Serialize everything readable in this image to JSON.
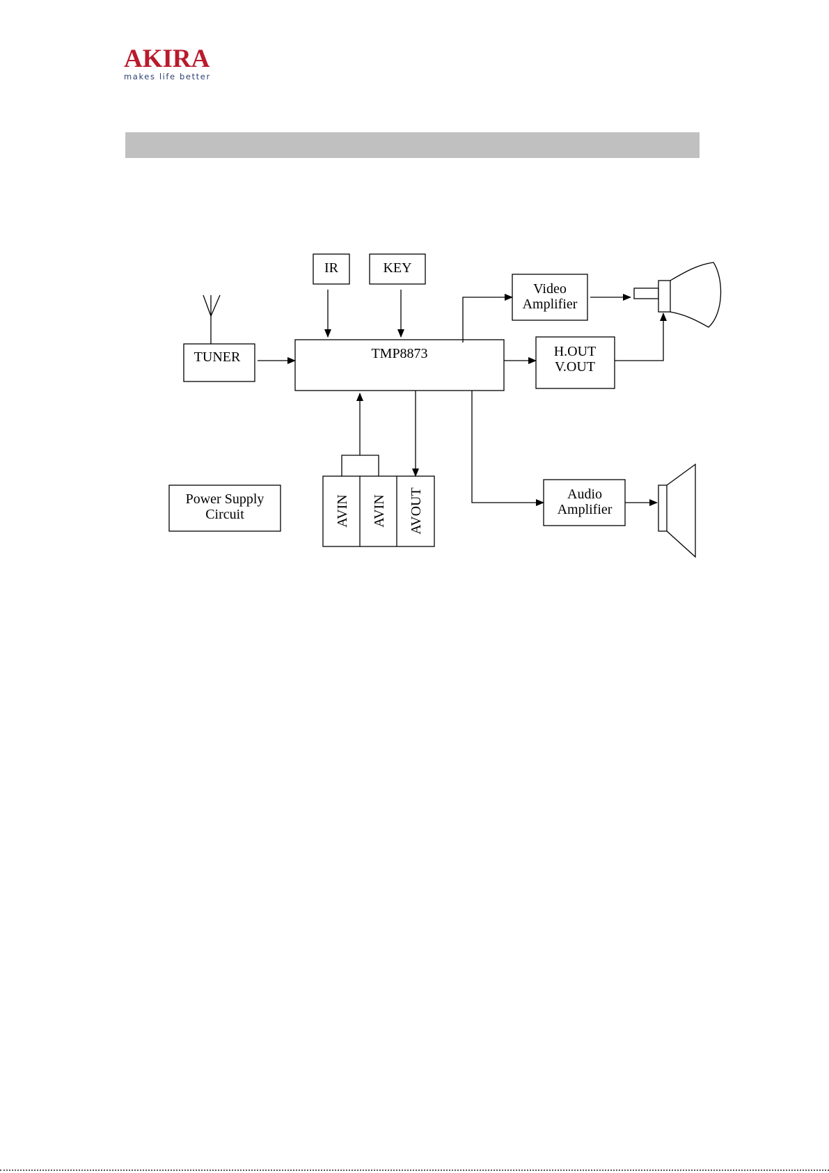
{
  "brand": {
    "name": "AKIRA",
    "tagline": "makes life better",
    "color": "#b81b2c",
    "tagline_color": "#2b3f73"
  },
  "title_bar": {
    "color": "#c0c0c0"
  },
  "diagram": {
    "ir": "IR",
    "key": "KEY",
    "tuner": "TUNER",
    "main_ic": "TMP8873",
    "video_amp_line1": "Video",
    "video_amp_line2": "Amplifier",
    "deflection_line1": "H.OUT",
    "deflection_line2": "V.OUT",
    "audio_amp_line1": "Audio",
    "audio_amp_line2": "Amplifier",
    "power_line1": "Power Supply",
    "power_line2": "Circuit",
    "av_in_1": "AVIN",
    "av_in_2": "AVIN",
    "av_out": "AVOUT"
  }
}
